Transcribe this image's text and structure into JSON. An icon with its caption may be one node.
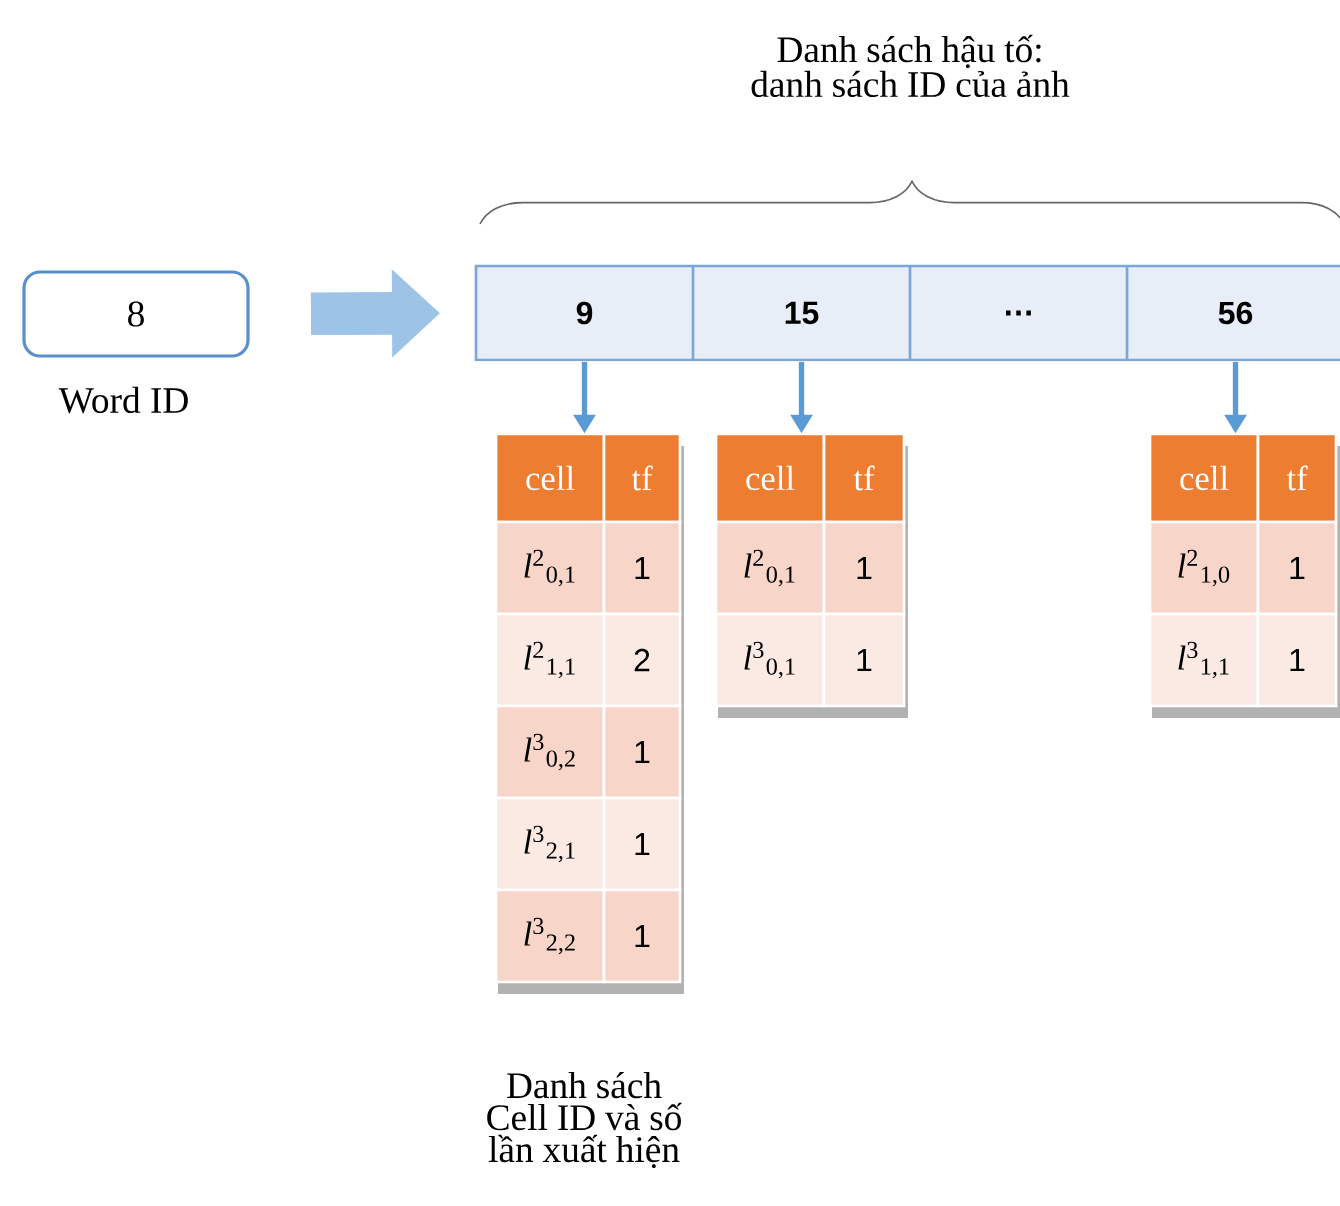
{
  "diagram": {
    "nodes": [
      {
        "text": [
          "8"
        ],
        "beside": [
          "Word ID"
        ]
      },
      {
        "text": [],
        "shape": "bar"
      },
      {
        "text": [
          "9"
        ],
        "in": 1
      },
      {
        "text": [
          "15"
        ],
        "in": 1
      },
      {
        "text": [
          "…"
        ],
        "in": 1
      },
      {
        "text": [
          "56"
        ],
        "in": 1
      },
      {
        "text": [
          "cell",
          "tf",
          "*l*$^{2}$$_{0,1}$",
          "1",
          "*l*$^{2}$$_{1,1}$",
          "2",
          "*l*$^{3}$$_{0,2}$",
          "1",
          "*l*$^{3}$$_{2,1}$",
          "1",
          "*l*$^{3}$$_{2,2}$",
          "1"
        ],
        "beside": [
          "Danh sách Cell ID và số lần xuất hiện"
        ]
      },
      {
        "text": [
          "cell",
          "tf",
          "*l*$^{2}$$_{0,1}$",
          "1",
          "*l*$^{3}$$_{0,1}$",
          "1"
        ]
      },
      {
        "text": [
          "cell",
          "tf",
          "*l*$^{2}$$_{1,0}$",
          "1",
          "*l*$^{3}$$_{1,1}$",
          "1"
        ]
      }
    ],
    "edges": [
      {
        "from": 0,
        "to": 1,
        "arrow": "to",
        "style": "thick"
      },
      {
        "from": 2,
        "to": 6,
        "arrow": "to"
      },
      {
        "from": 3,
        "to": 7,
        "arrow": "to"
      },
      {
        "from": 5,
        "to": 8,
        "arrow": "to"
      }
    ],
    "labels": [
      "Danh sách hậu tố: danh sách ID của ảnh"
    ]
  }
}
